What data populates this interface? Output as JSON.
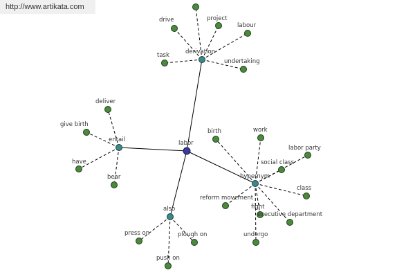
{
  "watermark": {
    "text": "http://www.artikata.com"
  },
  "colors": {
    "leaf_node": "#4a8a3a",
    "hub_node": "#3a8a8a",
    "center_node": "#3a3a9a",
    "edge": "#000000",
    "label": "#333333"
  },
  "graph": {
    "center": {
      "id": "labor",
      "label": "labor"
    },
    "hubs": [
      {
        "id": "derivation",
        "label": "derivation",
        "leaves": [
          "",
          "drive",
          "project",
          "labour",
          "task",
          "undertaking"
        ]
      },
      {
        "id": "entail",
        "label": "entail",
        "leaves": [
          "deliver",
          "give birth",
          "have",
          "bear"
        ]
      },
      {
        "id": "hypernym",
        "label": "hypernym",
        "leaves": [
          "birth",
          "work",
          "labor party",
          "social class",
          "class",
          "reform movement",
          "fight",
          "executive department",
          "undergo"
        ]
      },
      {
        "id": "also",
        "label": "also",
        "leaves": [
          "press on",
          "plough on",
          "push on"
        ]
      }
    ]
  }
}
